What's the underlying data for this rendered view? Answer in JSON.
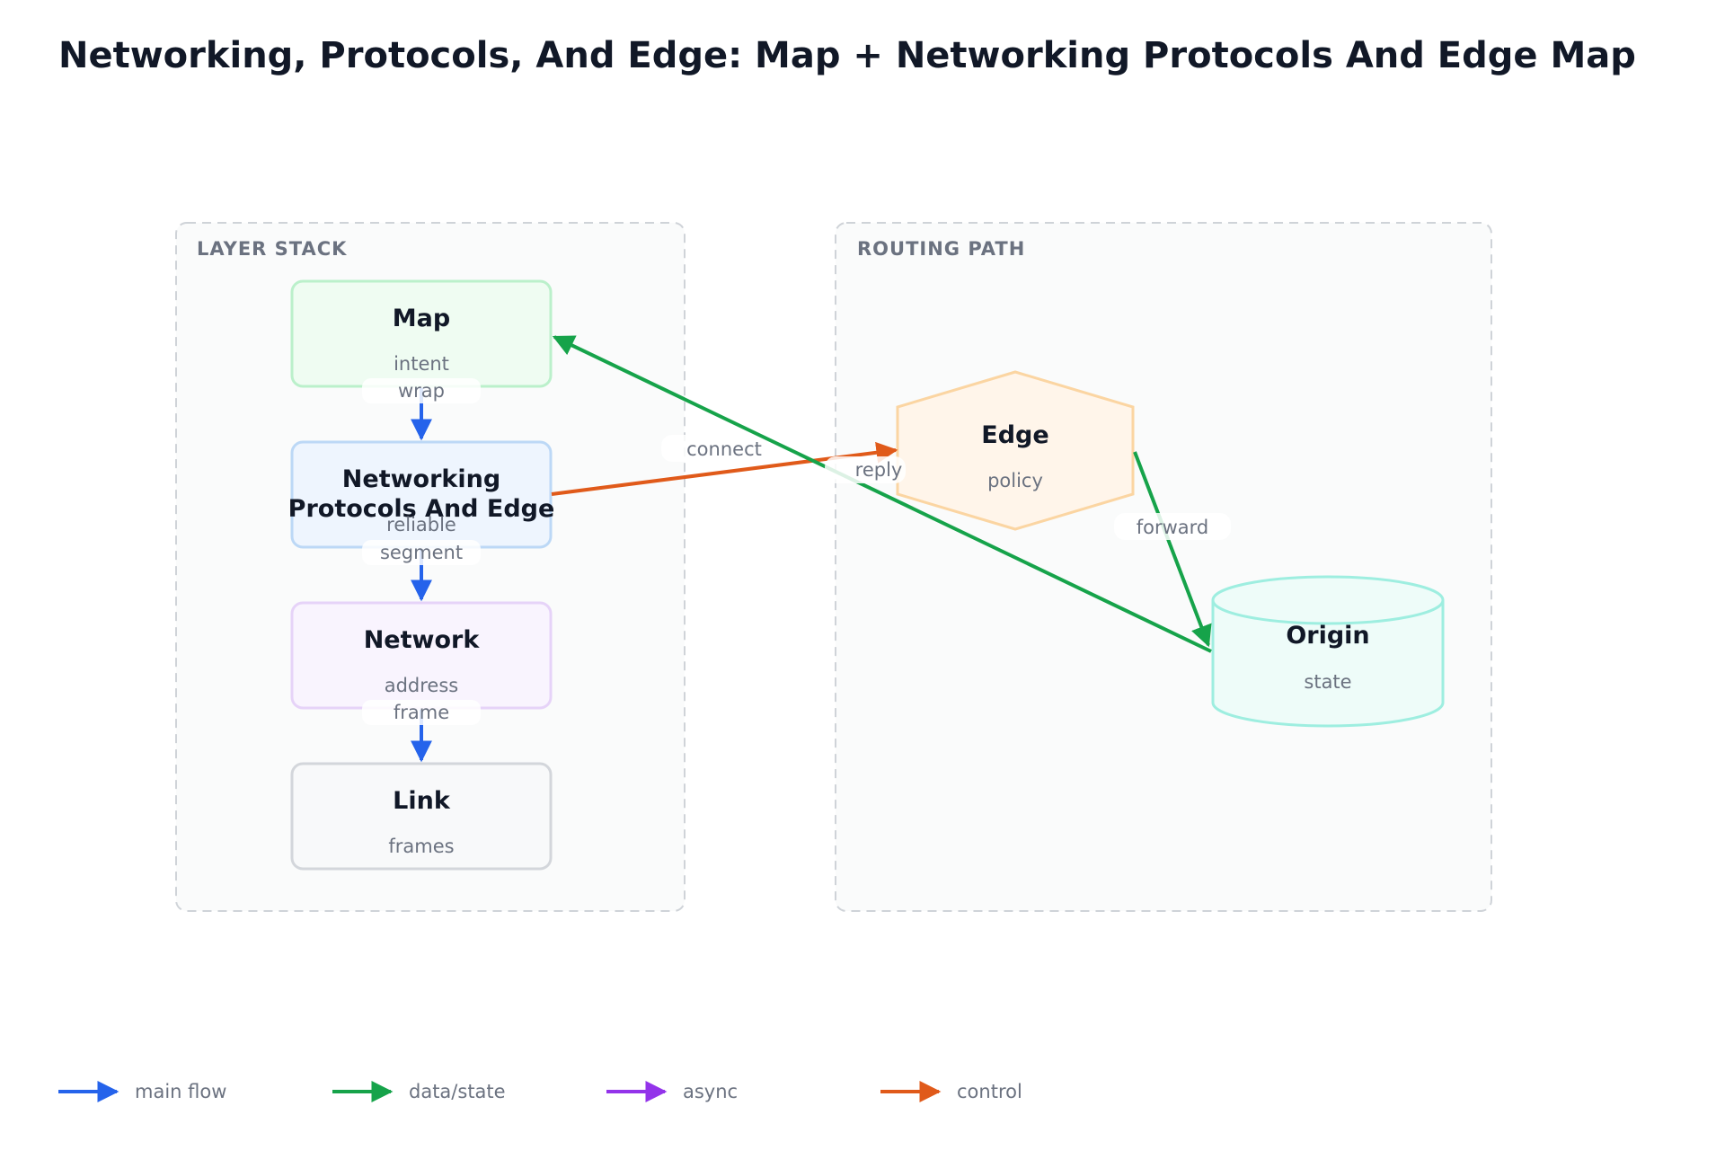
{
  "title": "Networking, Protocols, And Edge: Map + Networking Protocols And Edge Map",
  "colors": {
    "main_flow": "#2563eb",
    "data_state": "#16a34a",
    "async": "#9333ea",
    "control": "#e05a1a"
  },
  "groups": {
    "layer_stack": {
      "label": "LAYER STACK"
    },
    "routing_path": {
      "label": "ROUTING PATH"
    }
  },
  "nodes": {
    "map": {
      "title": "Map",
      "subtitle": "intent"
    },
    "npe": {
      "title_line1": "Networking",
      "title_line2": "Protocols And Edge",
      "subtitle": "reliable"
    },
    "network": {
      "title": "Network",
      "subtitle": "address"
    },
    "link": {
      "title": "Link",
      "subtitle": "frames"
    },
    "edge": {
      "title": "Edge",
      "subtitle": "policy"
    },
    "origin": {
      "title": "Origin",
      "subtitle": "state"
    }
  },
  "edges": {
    "map_npe": {
      "label": "wrap",
      "kind": "main_flow"
    },
    "npe_network": {
      "label": "segment",
      "kind": "main_flow"
    },
    "network_link": {
      "label": "frame",
      "kind": "main_flow"
    },
    "npe_edge": {
      "label": "connect",
      "kind": "control"
    },
    "edge_origin": {
      "label": "forward",
      "kind": "data_state"
    },
    "origin_map": {
      "label": "reply",
      "kind": "data_state"
    }
  },
  "legend": {
    "main_flow": "main flow",
    "data_state": "data/state",
    "async": "async",
    "control": "control"
  }
}
